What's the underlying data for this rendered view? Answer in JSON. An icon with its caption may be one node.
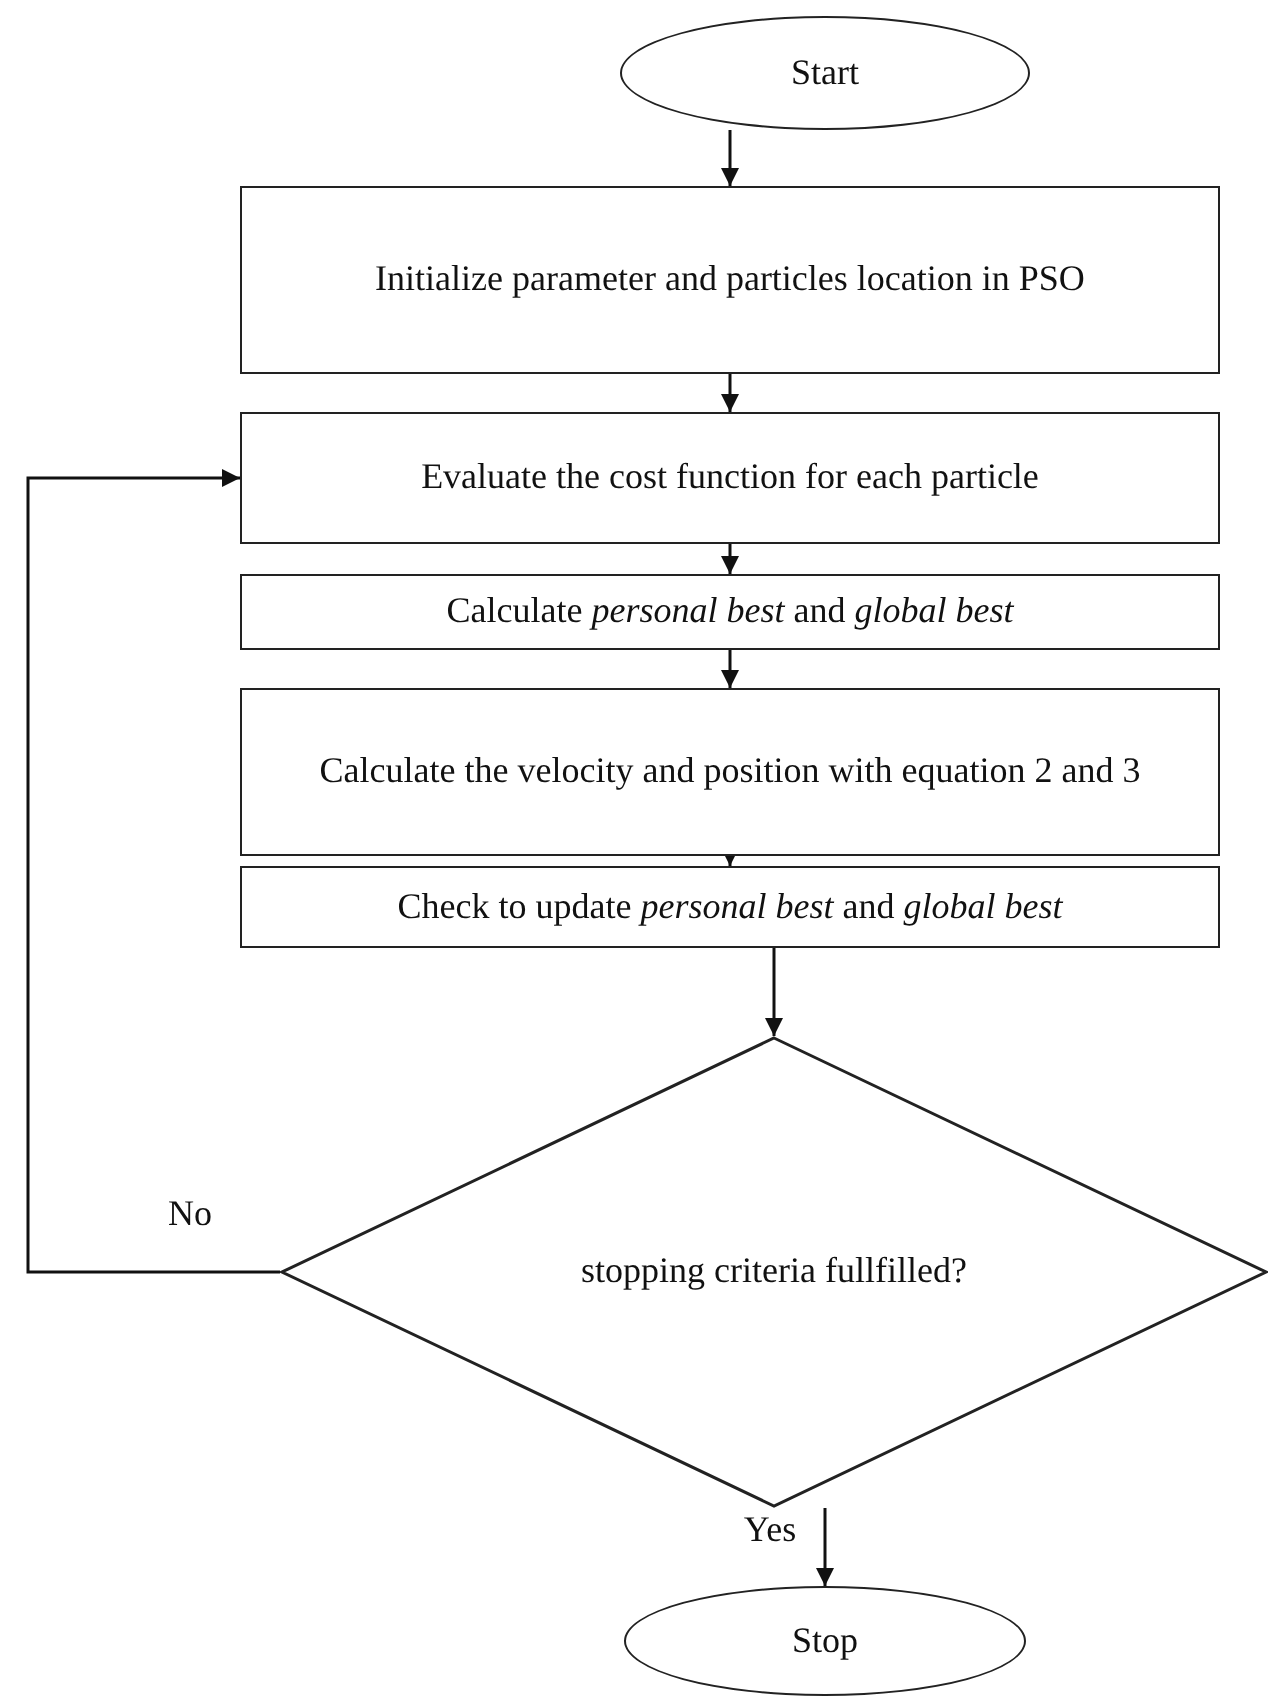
{
  "diagram": {
    "nodes": [
      {
        "text": [
          "Start"
        ]
      },
      {
        "text": [
          "Initialize  parameter and particles location in PSO"
        ]
      },
      {
        "text": [
          "Evaluate  the cost function for each particle"
        ]
      },
      {
        "text": [
          "Calculate *personal best* and *global best*"
        ]
      },
      {
        "text": [
          "Calculate the velocity and position with equation 2 and 3"
        ]
      },
      {
        "text": [
          "Check to update *personal best* and *global best*"
        ]
      },
      {
        "text": [
          "stopping criteria fullfilled?"
        ]
      },
      {
        "text": [
          "Stop"
        ]
      }
    ],
    "edges": [
      {
        "from": 0,
        "to": 1,
        "arrow": "to"
      },
      {
        "from": 1,
        "to": 2,
        "arrow": "to"
      },
      {
        "from": 2,
        "to": 3,
        "arrow": "to"
      },
      {
        "from": 3,
        "to": 4,
        "arrow": "to"
      },
      {
        "from": 4,
        "to": 5,
        "arrow": "to"
      },
      {
        "from": 5,
        "to": 6,
        "arrow": "to"
      },
      {
        "from": 6,
        "to": 2,
        "arrow": "to",
        "label": "No"
      },
      {
        "from": 6,
        "to": 7,
        "arrow": "to",
        "label": "Yes"
      }
    ]
  }
}
